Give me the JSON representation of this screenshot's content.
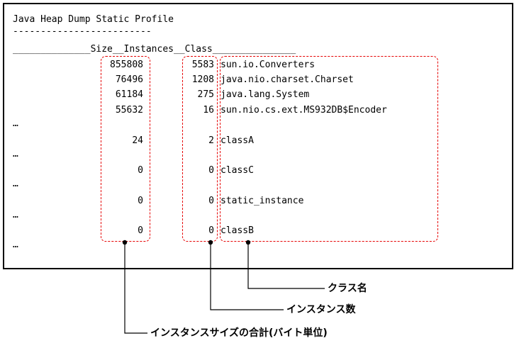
{
  "dump": {
    "title": "Java Heap Dump Static Profile",
    "title_rule": "-------------------------",
    "header_line": "______________Size__Instances__Class_______________",
    "rows": [
      {
        "size": "855808",
        "instances": "5583",
        "class": "sun.io.Converters"
      },
      {
        "size": "76496",
        "instances": "1208",
        "class": "java.nio.charset.Charset"
      },
      {
        "size": "61184",
        "instances": "275",
        "class": "java.lang.System"
      },
      {
        "size": "55632",
        "instances": "16",
        "class": "sun.nio.cs.ext.MS932DB$Encoder"
      },
      {
        "ellipsis": "…"
      },
      {
        "size": "24",
        "instances": "2",
        "class": "classA"
      },
      {
        "ellipsis": "…"
      },
      {
        "size": "0",
        "instances": "0",
        "class": "classC"
      },
      {
        "ellipsis": "…"
      },
      {
        "size": "0",
        "instances": "0",
        "class": "static_instance"
      },
      {
        "ellipsis": "…"
      },
      {
        "size": "0",
        "instances": "0",
        "class": "classB"
      },
      {
        "ellipsis": "…"
      }
    ]
  },
  "callouts": {
    "class_name": "クラス名",
    "instance_count": "インスタンス数",
    "total_size": "インスタンスサイズの合計(バイト単位)"
  },
  "colors": {
    "highlight": "#e60000",
    "text": "#000000",
    "border": "#000000"
  }
}
